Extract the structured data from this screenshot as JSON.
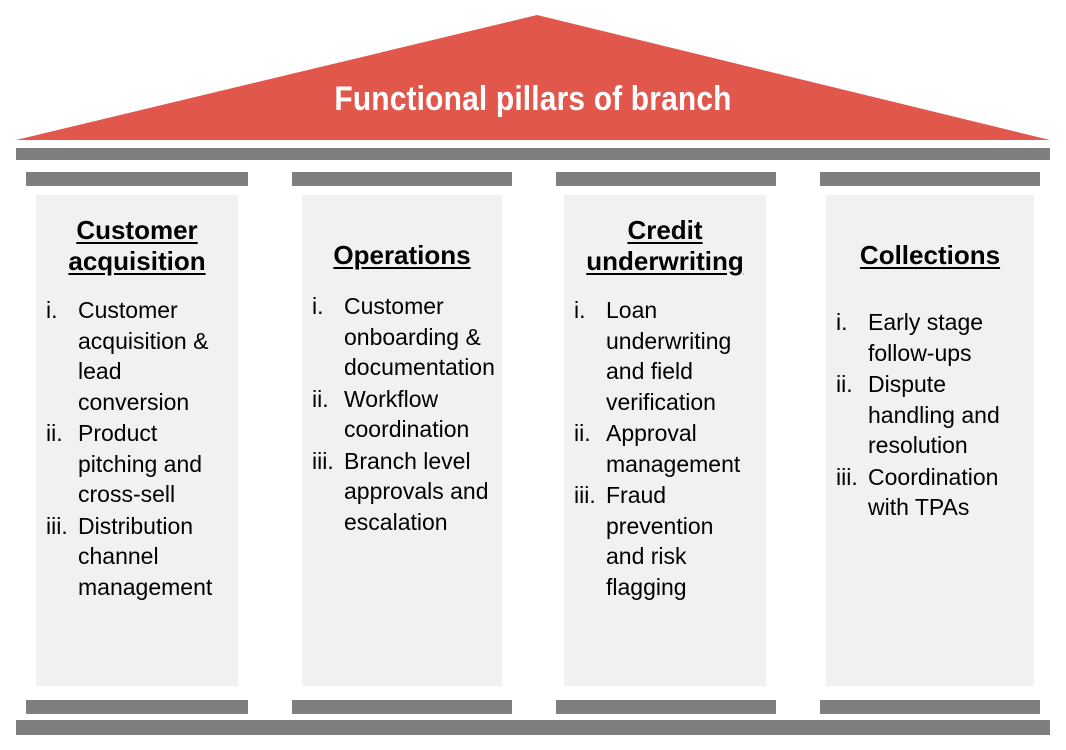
{
  "pediment": {
    "title": "Functional pillars of branch",
    "fill_color": "#E2574C",
    "title_color": "#FFFFFF"
  },
  "structure": {
    "beam_color": "#7F7F7F",
    "shaft_color": "#F1F1F1",
    "architrave_name": "architrave-beam",
    "stylobate_name": "stylobate-beam"
  },
  "pillars": [
    {
      "heading": "Customer acquisition",
      "items": [
        {
          "marker": "i.",
          "text": "Customer acquisition & lead conversion"
        },
        {
          "marker": "ii.",
          "text": "Product pitching and cross-sell"
        },
        {
          "marker": "iii.",
          "text": "Distribution channel management"
        }
      ]
    },
    {
      "heading": "Operations",
      "items": [
        {
          "marker": "i.",
          "text": "Customer onboarding & documentation"
        },
        {
          "marker": "ii.",
          "text": "Workflow coordination"
        },
        {
          "marker": "iii.",
          "text": "Branch level approvals and escalation"
        }
      ]
    },
    {
      "heading": "Credit underwriting",
      "items": [
        {
          "marker": "i.",
          "text": "Loan underwriting and field verification"
        },
        {
          "marker": "ii.",
          "text": "Approval management"
        },
        {
          "marker": "iii.",
          "text": "Fraud prevention and risk flagging"
        }
      ]
    },
    {
      "heading": "Collections",
      "items": [
        {
          "marker": "i.",
          "text": "Early stage follow-ups"
        },
        {
          "marker": "ii.",
          "text": "Dispute handling and resolution"
        },
        {
          "marker": "iii.",
          "text": "Coordination with TPAs"
        }
      ]
    }
  ]
}
